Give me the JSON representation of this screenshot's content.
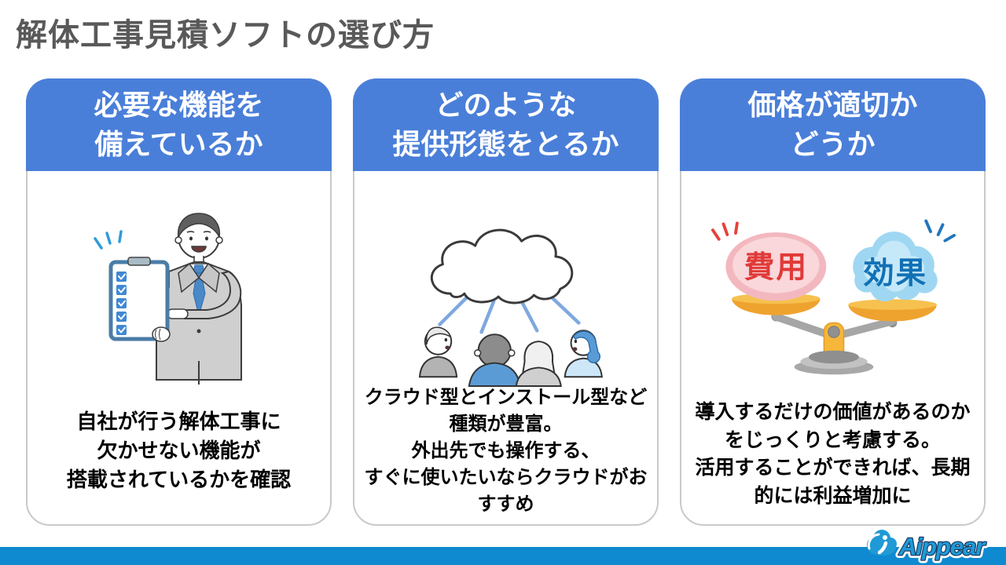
{
  "page": {
    "title": "解体工事見積ソフトの選び方"
  },
  "cards": [
    {
      "id": "functions",
      "header": "必要な機能を\n備えているか",
      "body": "自社が行う解体工事に\n欠かせない機能が\n搭載されているかを確認",
      "illustration": "businessman-checklist"
    },
    {
      "id": "delivery-format",
      "header": "どのような\n提供形態をとるか",
      "body": "クラウド型とインストール型など\n種類が豊富。\n外出先でも操作する、\nすぐに使いたいならクラウドがお\nすすめ",
      "illustration": "cloud-network"
    },
    {
      "id": "price",
      "header": "価格が適切か\nどうか",
      "body": "導入するだけの価値があるのか\nをじっくりと考慮する。\n活用することができれば、長期\n的には利益増加に",
      "illustration": "balance-scale",
      "scale": {
        "left_label": "費用",
        "right_label": "効果"
      }
    }
  ],
  "footer": {
    "logo_text": "Aippear"
  },
  "colors": {
    "header_blue": "#4a7fd9",
    "footer_bar_blue": "#0f89cf",
    "title_gray": "#595959",
    "card_border_gray": "#c9c9c9",
    "body_text": "#000000",
    "logo_blue": "#1f9ad6",
    "cost_bubble_pink": "#f3b8bf",
    "cost_text_red": "#e03a38",
    "effect_bubble_blue": "#9fd7f2",
    "effect_text_blue": "#1271b5",
    "scale_pan_yellow": "#efa32f",
    "tie_blue": "#4a88c8"
  }
}
